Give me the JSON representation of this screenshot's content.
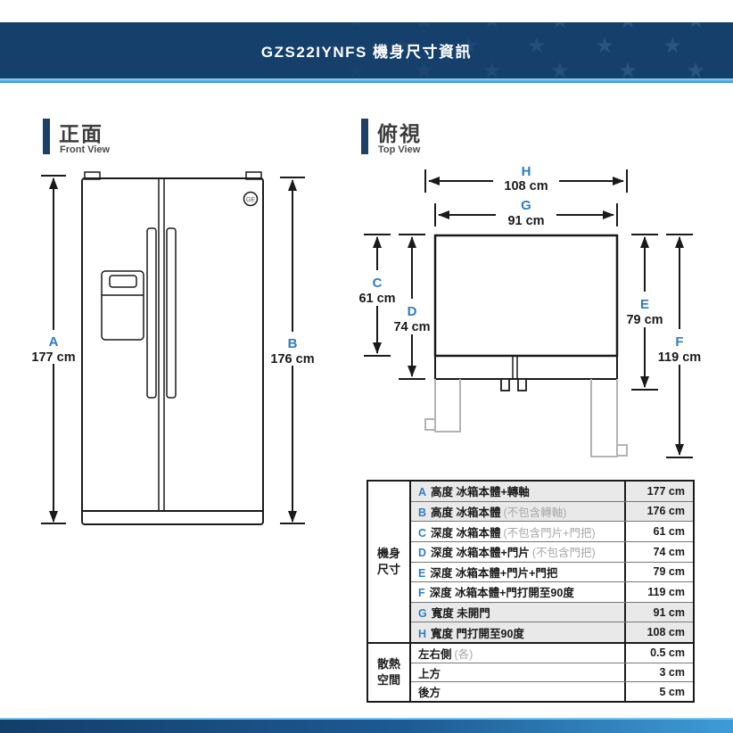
{
  "header": {
    "title": "GZS22IYNFS 機身尺寸資訊"
  },
  "sections": {
    "front": {
      "title": "正面",
      "subtitle": "Front View"
    },
    "top": {
      "title": "俯視",
      "subtitle": "Top View"
    }
  },
  "front_view": {
    "a": {
      "letter": "A",
      "value": "177 cm"
    },
    "b": {
      "letter": "B",
      "value": "176 cm"
    }
  },
  "top_view": {
    "h": {
      "letter": "H",
      "value": "108 cm"
    },
    "g": {
      "letter": "G",
      "value": "91 cm"
    },
    "c": {
      "letter": "C",
      "value": "61 cm"
    },
    "d": {
      "letter": "D",
      "value": "74 cm"
    },
    "e": {
      "letter": "E",
      "value": "79 cm"
    },
    "f": {
      "letter": "F",
      "value": "119 cm"
    }
  },
  "icons": {
    "ge_logo": "GE",
    "star": "★"
  },
  "table": {
    "body_header": "機身\n尺寸",
    "heat_header": "散熱\n空間",
    "rows": [
      {
        "letter": "A",
        "label": "高度 冰箱本體+轉軸",
        "note": "",
        "value": "177 cm"
      },
      {
        "letter": "B",
        "label": "高度 冰箱本體",
        "note": "(不包含轉軸)",
        "value": "176 cm"
      },
      {
        "letter": "C",
        "label": "深度 冰箱本體",
        "note": "(不包含門片+門把)",
        "value": "61 cm"
      },
      {
        "letter": "D",
        "label": "深度 冰箱本體+門片",
        "note": "(不包含門把)",
        "value": "74 cm"
      },
      {
        "letter": "E",
        "label": "深度 冰箱本體+門片+門把",
        "note": "",
        "value": "79 cm"
      },
      {
        "letter": "F",
        "label": "深度 冰箱本體+門打開至90度",
        "note": "",
        "value": "119 cm"
      },
      {
        "letter": "G",
        "label": "寬度 未開門",
        "note": "",
        "value": "91 cm"
      },
      {
        "letter": "H",
        "label": "寬度 門打開至90度",
        "note": "",
        "value": "108 cm"
      }
    ],
    "heat_rows": [
      {
        "label": "左右側",
        "note": "(各)",
        "value": "0.5 cm"
      },
      {
        "label": "上方",
        "note": "",
        "value": "3 cm"
      },
      {
        "label": "後方",
        "note": "",
        "value": "5 cm"
      }
    ]
  },
  "colors": {
    "navy": "#16406c",
    "accent_blue": "#2d7dc2",
    "light_blue": "#45a5e5"
  }
}
